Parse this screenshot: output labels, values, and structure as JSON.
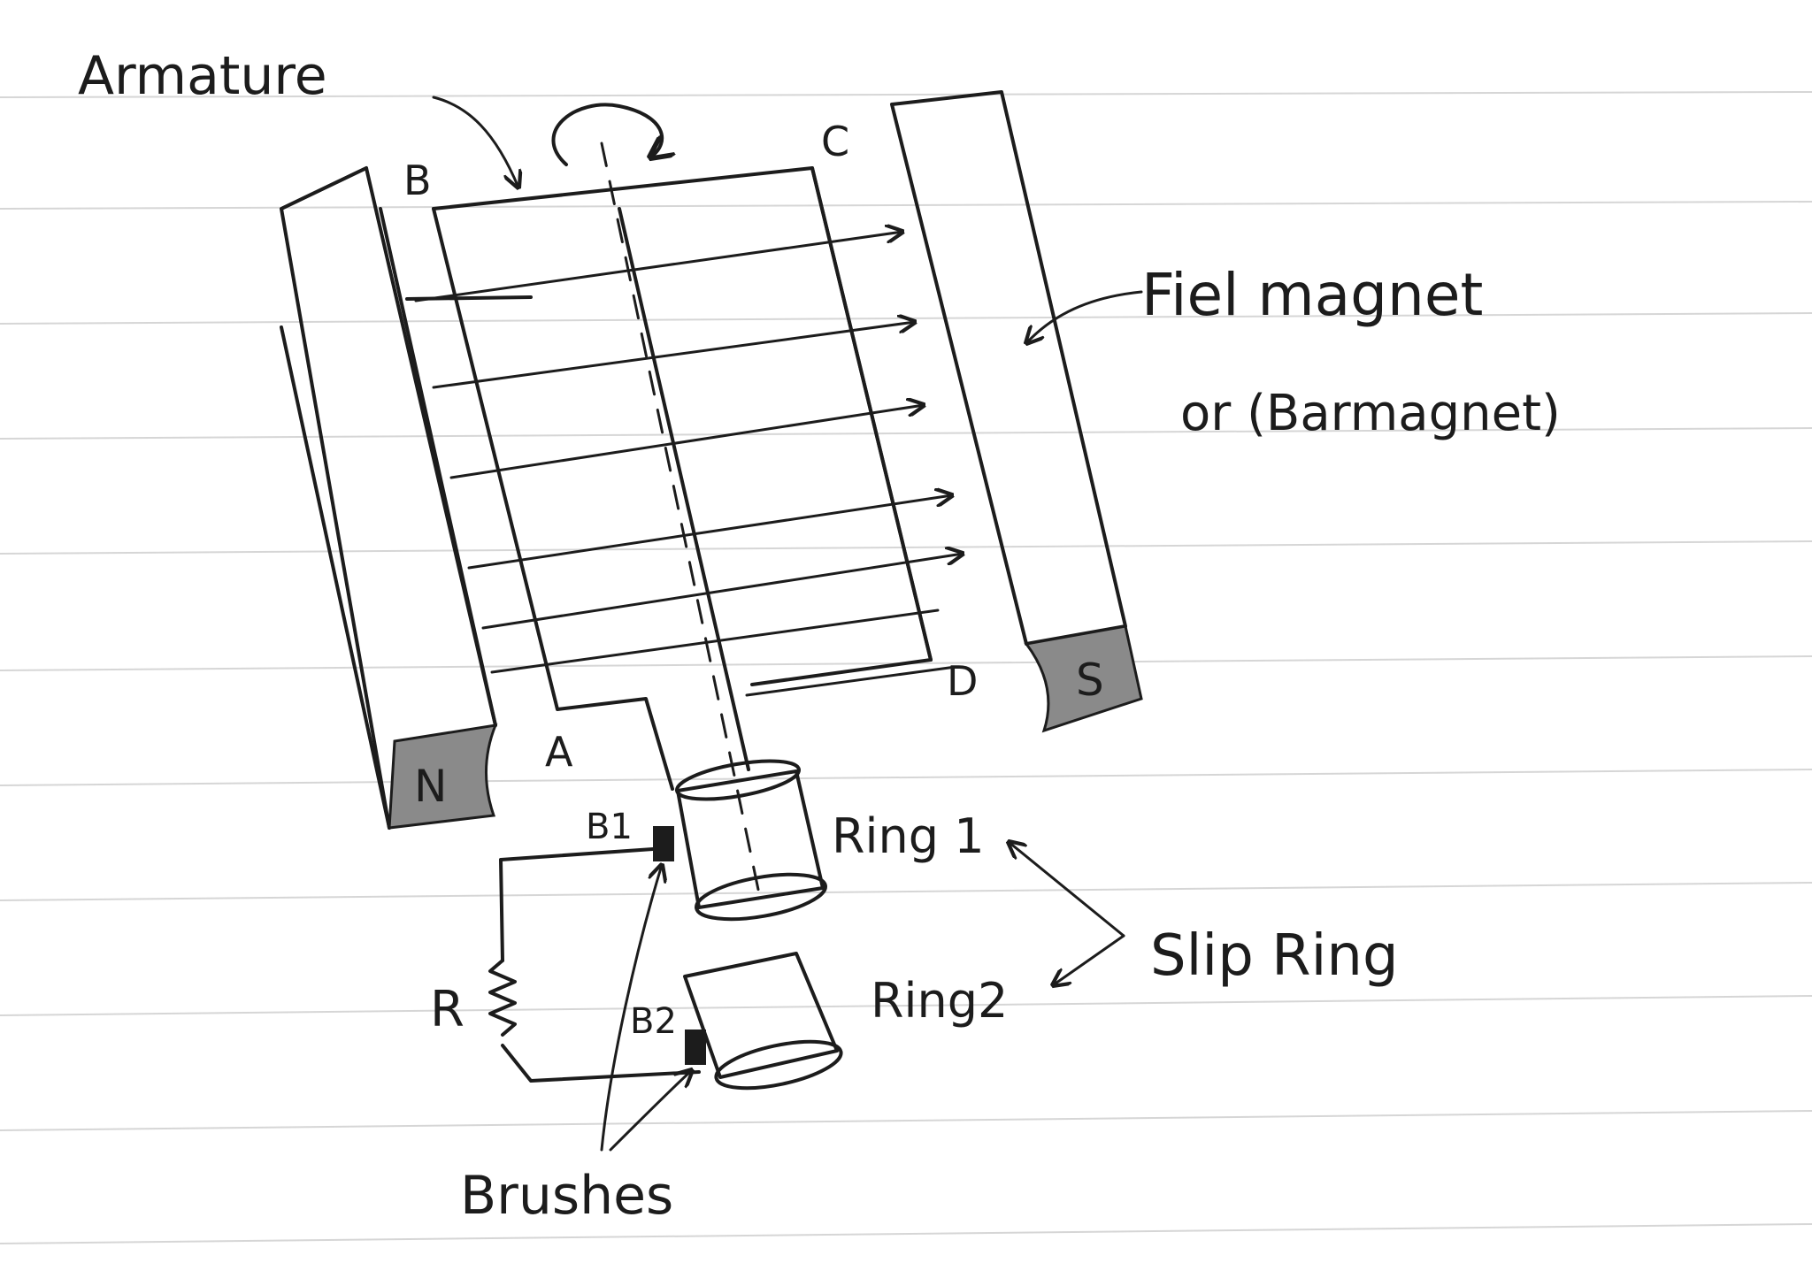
{
  "labels": {
    "armature": "Armature",
    "corner_b": "B",
    "corner_c": "C",
    "corner_d": "D",
    "corner_a": "A",
    "field_magnet_line1": "Fiel magnet",
    "field_magnet_line2": "or (Barmagnet)",
    "pole_n": "N",
    "pole_s": "S",
    "brush_b1": "B1",
    "brush_b2": "B2",
    "ring1": "Ring 1",
    "ring2": "Ring2",
    "slip_ring": "Slip Ring",
    "resistor": "R",
    "brushes": "Brushes"
  },
  "colors": {
    "ink": "#1c1c1c",
    "paper": "#ffffff",
    "rule": "#d6d6d6",
    "hatch": "#8a8a8a"
  }
}
